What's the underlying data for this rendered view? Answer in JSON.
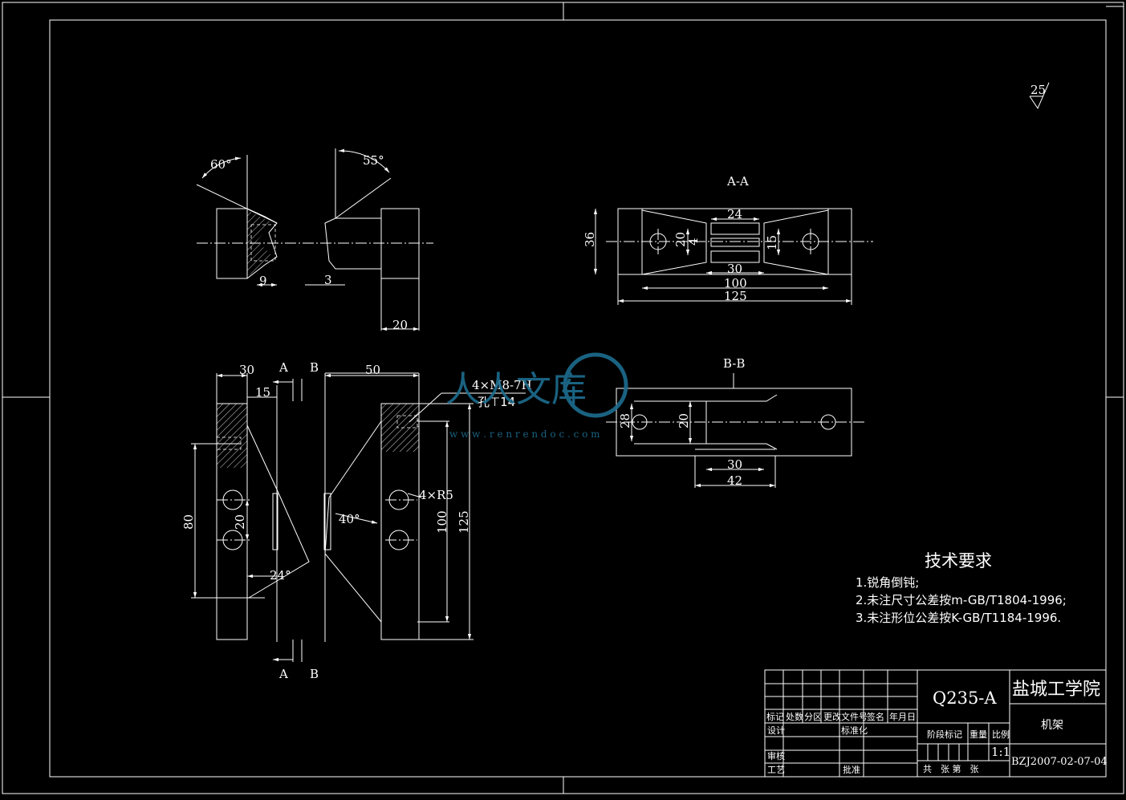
{
  "colors": {
    "background": "#000000",
    "line": "#ffffff",
    "watermark": "#1d6d8f"
  },
  "watermark": {
    "logo": "人人文库",
    "url": "w w w . r e n r e n d o c . c o m"
  },
  "roughness": {
    "symbol": "roughness-symbol",
    "value": "25"
  },
  "views": {
    "aa": {
      "title": "A-A",
      "d24": "24",
      "d20": "20",
      "d4": "4",
      "d15": "15",
      "d36": "36",
      "d30": "30",
      "d100": "100",
      "d125": "125"
    },
    "bb": {
      "title": "B-B",
      "d28": "28",
      "d20": "20",
      "d30": "30",
      "d42": "42"
    },
    "top": {
      "a60": "60°",
      "a55": "55°",
      "d9": "9",
      "d3": "3",
      "d20": "20"
    },
    "front": {
      "d30": "30",
      "d15": "15",
      "d50": "50",
      "d80": "80",
      "d20": "20",
      "a24": "24°",
      "a40": "40°",
      "r5": "4×R5",
      "d100": "100",
      "d125": "125",
      "hole": "4×M8-7H",
      "depth": "孔⊤14",
      "secA": "A",
      "secB": "B"
    }
  },
  "tech": {
    "title": "技术要求",
    "items": [
      "1.锐角倒钝;",
      "2.未注尺寸公差按m-GB/T1804-1996;",
      "3.未注形位公差按K-GB/T1184-1996."
    ]
  },
  "titleblock": {
    "material": "Q235-A",
    "school": "盐城工学院",
    "name": "机架",
    "drawing_no": "BZJ2007-02-07-04",
    "scale": "1:1",
    "h_biaoji": "标记",
    "h_chushu": "处数",
    "h_fenqu": "分区",
    "h_gengai": "更改文件号",
    "h_qianming": "签名",
    "h_riqi": "年月日",
    "sheji": "设计",
    "biaozhunhua": "标准化",
    "shenhe": "审核",
    "gongyi": "工艺",
    "pizhun": "批准",
    "jieduan": "阶段标记",
    "zhongliang": "重量",
    "bili": "比例",
    "footer": "共　张 第　张"
  }
}
